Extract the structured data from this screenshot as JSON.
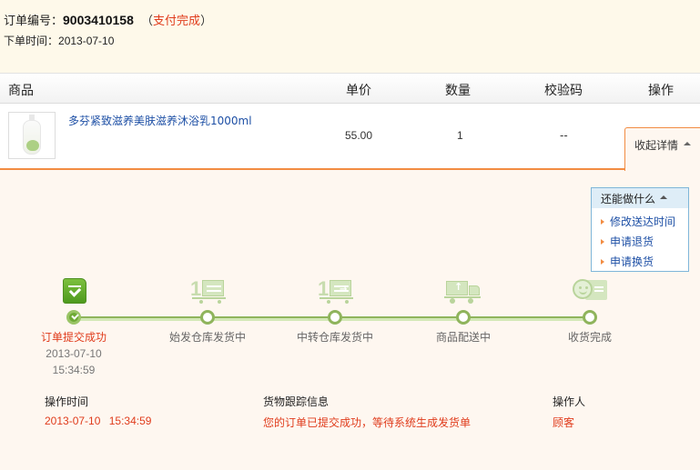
{
  "order": {
    "number_label": "订单编号：",
    "number": "9003410158",
    "status_open": "（",
    "status": "支付完成",
    "status_close": "）",
    "time_label": "下单时间：",
    "time": "2013-07-10"
  },
  "table": {
    "headers": [
      "商品",
      "单价",
      "数量",
      "校验码",
      "操作"
    ],
    "items": [
      {
        "name": "多芬紧致滋养美肤滋养沐浴乳1000ml",
        "price": "55.00",
        "quantity": "1",
        "code": "--",
        "thumbnail": "body-wash-bottle-image"
      }
    ],
    "collapse_label": "收起详情"
  },
  "more_actions": {
    "title": "还能做什么",
    "items": [
      "修改送达时间",
      "申请退货",
      "申请换货"
    ]
  },
  "tracking": {
    "steps": [
      {
        "label": "订单提交成功",
        "date": "2013-07-10",
        "time": "15:34:59",
        "icon": "order-submitted-icon",
        "done": true
      },
      {
        "label": "始发仓库发货中",
        "icon": "origin-warehouse-cart-icon",
        "done": false
      },
      {
        "label": "中转仓库发货中",
        "icon": "transfer-warehouse-cart-icon",
        "done": false
      },
      {
        "label": "商品配送中",
        "icon": "delivery-truck-icon",
        "done": false
      },
      {
        "label": "收货完成",
        "icon": "received-smile-icon",
        "done": false
      }
    ]
  },
  "log": {
    "headers": {
      "time": "操作时间",
      "info": "货物跟踪信息",
      "operator": "操作人"
    },
    "rows": [
      {
        "time": "2013-07-10 15:34:59",
        "info": "您的订单已提交成功，等待系统生成发货单",
        "operator": "顾客"
      }
    ]
  },
  "colors": {
    "accent_orange": "#f28c42",
    "status_red": "#e03c1c",
    "link_blue": "#1d4fa5",
    "progress_green": "#8fb45c",
    "header_bg": "#fef9ea",
    "panel_bg": "#fef7f0"
  }
}
